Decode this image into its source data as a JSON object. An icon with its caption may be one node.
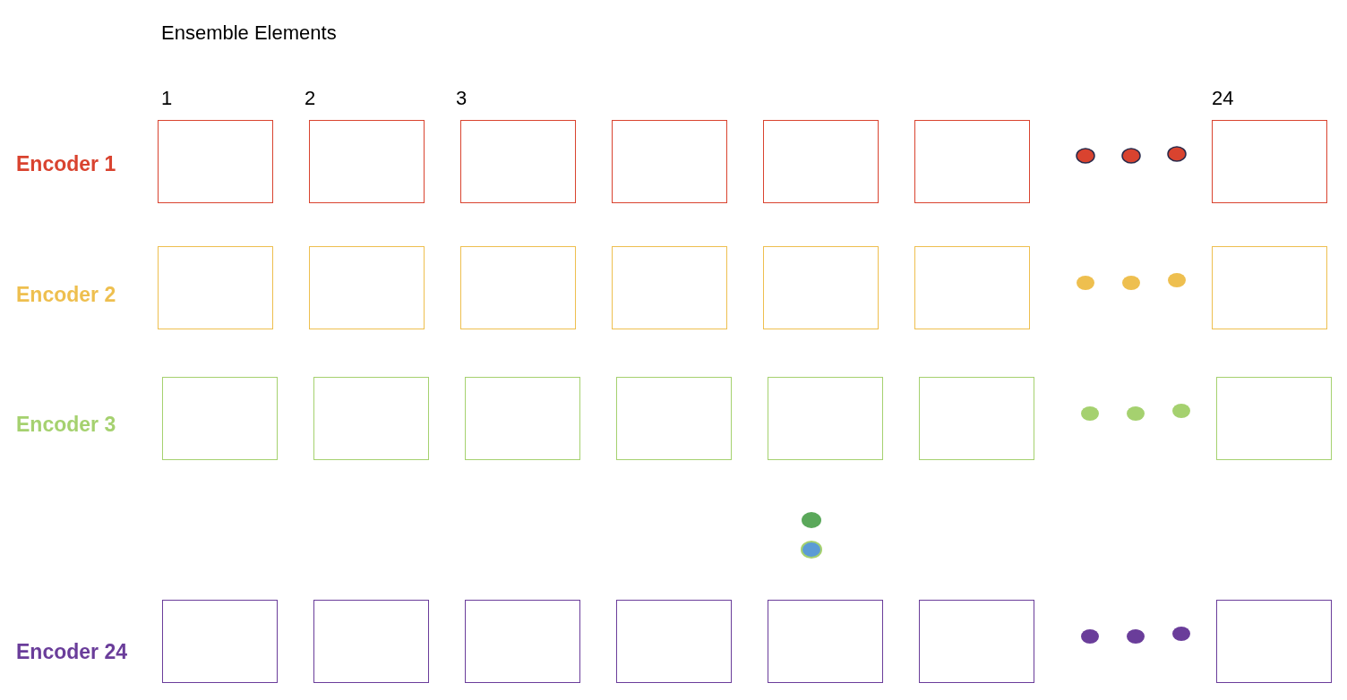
{
  "diagram": {
    "nodes": [
      {
        "text": [],
        "shape": "box"
      },
      {
        "text": [],
        "shape": "box"
      },
      {
        "text": [],
        "shape": "box"
      },
      {
        "text": [],
        "shape": "box"
      },
      {
        "text": [],
        "shape": "box"
      },
      {
        "text": [],
        "shape": "box"
      },
      {
        "text": [],
        "shape": "box"
      },
      {
        "text": [],
        "shape": "box"
      },
      {
        "text": [],
        "shape": "box"
      },
      {
        "text": [],
        "shape": "box"
      },
      {
        "text": [],
        "shape": "box"
      },
      {
        "text": [],
        "shape": "box"
      },
      {
        "text": [],
        "shape": "box"
      },
      {
        "text": [],
        "shape": "box"
      },
      {
        "text": [],
        "shape": "box"
      },
      {
        "text": [],
        "shape": "box"
      },
      {
        "text": [],
        "shape": "box"
      },
      {
        "text": [],
        "shape": "box"
      },
      {
        "text": [],
        "shape": "box"
      },
      {
        "text": [],
        "shape": "box"
      },
      {
        "text": [],
        "shape": "box"
      },
      {
        "text": [],
        "shape": "box"
      },
      {
        "text": [],
        "shape": "box"
      },
      {
        "text": [],
        "shape": "box"
      },
      {
        "text": [],
        "shape": "box"
      },
      {
        "text": [],
        "shape": "box"
      },
      {
        "text": [],
        "shape": "box"
      },
      {
        "text": [],
        "shape": "box"
      }
    ],
    "edges": [],
    "labels": [
      "Ensemble Elements",
      "1",
      "2",
      "3",
      "24",
      "Encoder 1",
      "Encoder 2",
      "Encoder 3",
      "Encoder 24"
    ]
  }
}
